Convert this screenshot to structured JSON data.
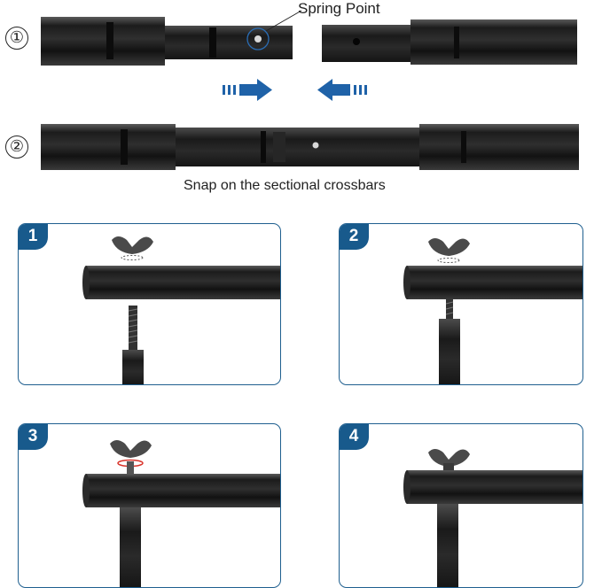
{
  "top_steps": [
    {
      "number": "①"
    },
    {
      "number": "②"
    }
  ],
  "annotations": {
    "spring_point": "Spring Point",
    "caption": "Snap on the sectional crossbars"
  },
  "panels": [
    {
      "number": "1"
    },
    {
      "number": "2"
    },
    {
      "number": "3"
    },
    {
      "number": "4"
    }
  ],
  "colors": {
    "accent_blue": "#185a8c",
    "arrow_blue": "#1f62a8",
    "tube_black": "#1a1a1a",
    "washer_red": "#d9342b"
  }
}
